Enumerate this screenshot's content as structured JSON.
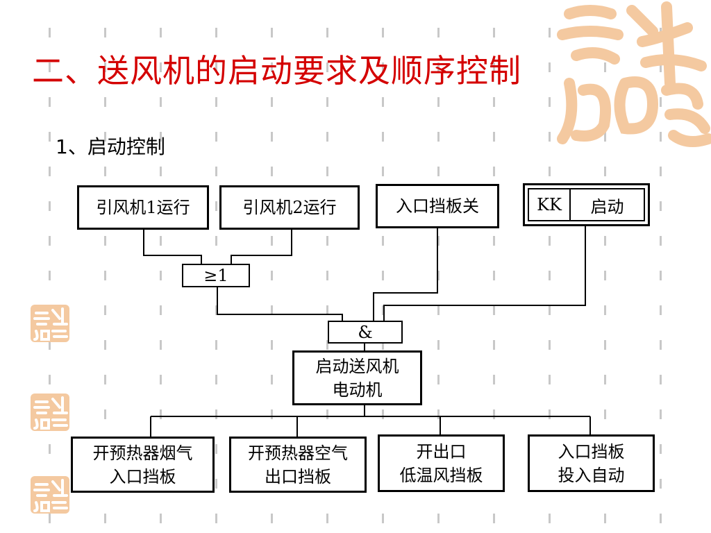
{
  "title": "二、送风机的启动要求及顺序控制",
  "subtitle": "1、启动控制",
  "diagram": {
    "inputs": {
      "fan1": "引风机1运行",
      "fan2": "引风机2运行",
      "damper": "入口挡板关",
      "kk_label": "KK",
      "kk_action": "启动"
    },
    "or_gate": "≥1",
    "and_gate": "&",
    "start": [
      "启动送风机",
      "电动机"
    ],
    "outputs": [
      [
        "开预热器烟气",
        "入口挡板"
      ],
      [
        "开预热器空气",
        "出口挡板"
      ],
      [
        "开出口",
        "低温风挡板"
      ],
      [
        "入口挡板",
        "投入自动"
      ]
    ]
  },
  "colors": {
    "title": "#d40000",
    "decor_watermark": "#f4c9a0"
  },
  "decor_icons": [
    "auspicious-calligraphy-watermark",
    "auspicious-seal-icon"
  ]
}
